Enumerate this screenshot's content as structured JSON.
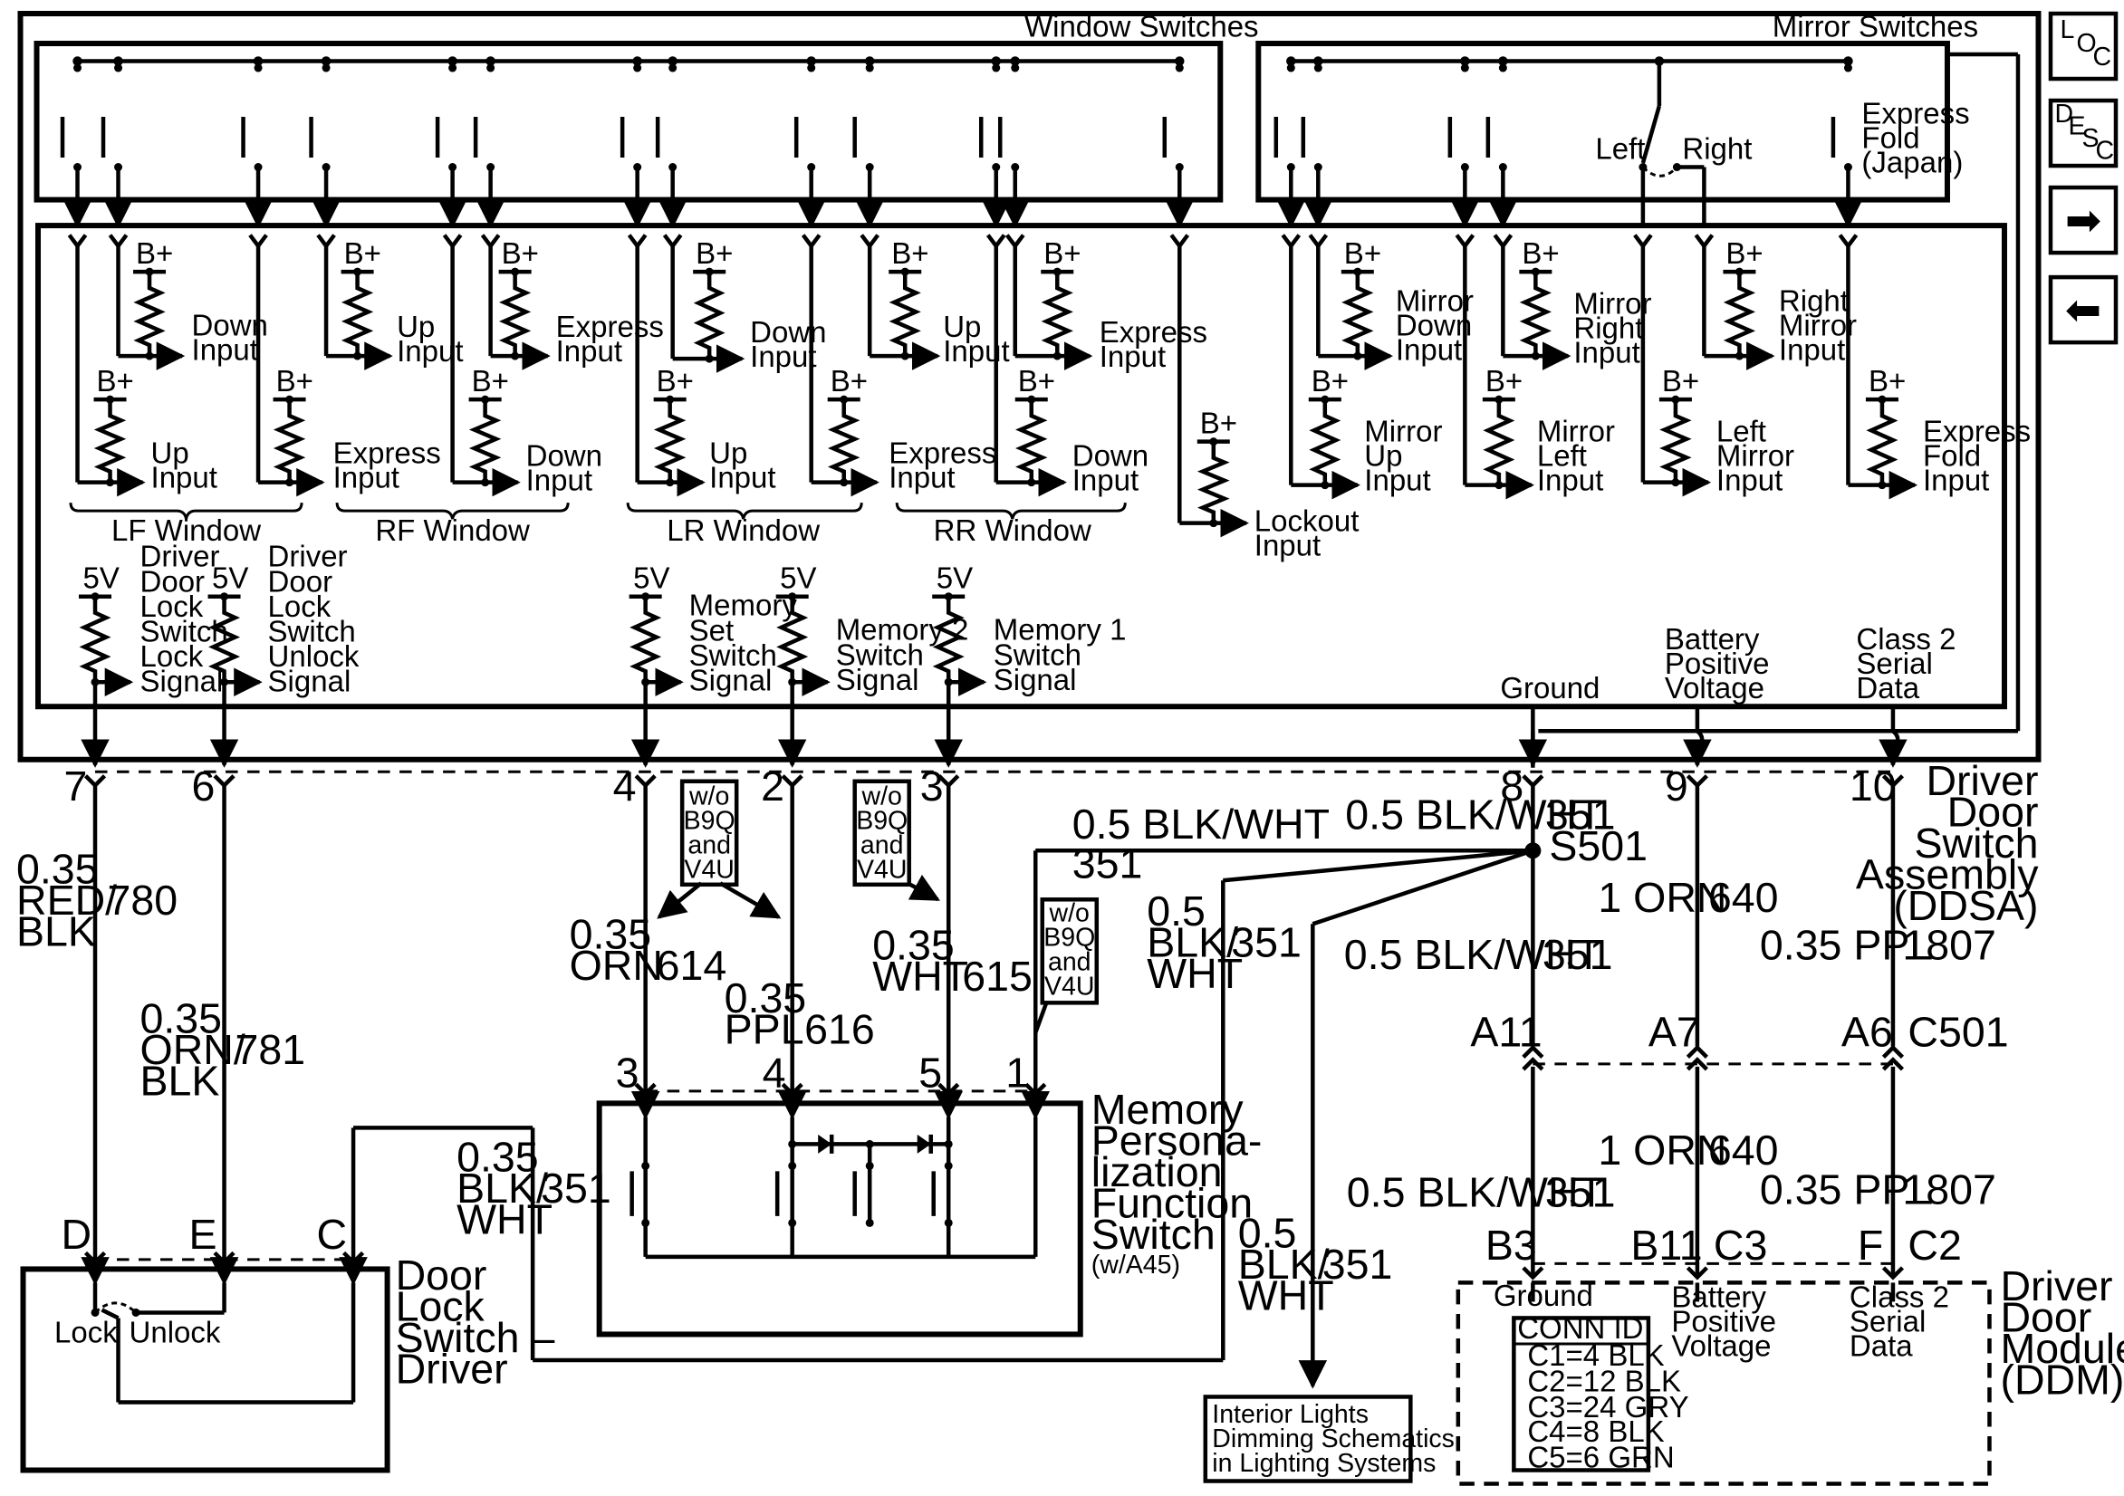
{
  "groups": {
    "window_switches": "Window Switches",
    "mirror_switches": "Mirror Switches"
  },
  "mirror_selector": {
    "left": "Left",
    "right": "Right",
    "express_fold": [
      "Express",
      "Fold",
      "(Japan)"
    ]
  },
  "power": {
    "bplus": "B+",
    "v5": "5V"
  },
  "inputs": {
    "lf_down": [
      "Down",
      "Input"
    ],
    "rf_up": [
      "Up",
      "Input"
    ],
    "rf_express": [
      "Express",
      "Input"
    ],
    "lr_down": [
      "Down",
      "Input"
    ],
    "rr_up": [
      "Up",
      "Input"
    ],
    "rr_express": [
      "Express",
      "Input"
    ],
    "mirror_down": [
      "Mirror",
      "Down",
      "Input"
    ],
    "mirror_right": [
      "Mirror",
      "Right",
      "Input"
    ],
    "right_mirror": [
      "Right",
      "Mirror",
      "Input"
    ],
    "lf_up": [
      "Up",
      "Input"
    ],
    "lf_express": [
      "Express",
      "Input"
    ],
    "rf_down": [
      "Down",
      "Input"
    ],
    "lr_up": [
      "Up",
      "Input"
    ],
    "lr_express": [
      "Express",
      "Input"
    ],
    "rr_down": [
      "Down",
      "Input"
    ],
    "mirror_up": [
      "Mirror",
      "Up",
      "Input"
    ],
    "mirror_left": [
      "Mirror",
      "Left",
      "Input"
    ],
    "left_mirror": [
      "Left",
      "Mirror",
      "Input"
    ],
    "express_fold": [
      "Express",
      "Fold",
      "Input"
    ],
    "lockout": [
      "Lockout",
      "Input"
    ]
  },
  "window_groups": {
    "lf": "LF Window",
    "rf": "RF Window",
    "lr": "LR Window",
    "rr": "RR Window"
  },
  "signals": {
    "lock": [
      "Driver",
      "Door",
      "Lock",
      "Switch",
      "Lock",
      "Signal"
    ],
    "unlock": [
      "Driver",
      "Door",
      "Lock",
      "Switch",
      "Unlock",
      "Signal"
    ],
    "memory_set": [
      "Memory",
      "Set",
      "Switch",
      "Signal"
    ],
    "memory2": [
      "Memory 2",
      "Switch",
      "Signal"
    ],
    "memory1": [
      "Memory 1",
      "Switch",
      "Signal"
    ]
  },
  "ddsa_terms": {
    "ground": "Ground",
    "battery": [
      "Battery",
      "Positive",
      "Voltage"
    ],
    "class2": [
      "Class 2",
      "Serial",
      "Data"
    ]
  },
  "ddsa_title": [
    "Driver",
    "Door",
    "Switch",
    "Assembly",
    "(DDSA)"
  ],
  "pins": [
    "7",
    "6",
    "4",
    "2",
    "3",
    "8",
    "9",
    "10"
  ],
  "wires": {
    "w780": [
      "0.35",
      "RED/",
      "BLK",
      "780"
    ],
    "w781": [
      "0.35",
      "ORN/",
      "BLK",
      "781"
    ],
    "w614": [
      "0.35",
      "ORN",
      "614"
    ],
    "w616": [
      "0.35",
      "PPL",
      "616"
    ],
    "w615": [
      "0.35",
      "WHT",
      "615"
    ],
    "top8": [
      "0.5 BLK/WHT",
      "351"
    ],
    "to_mem": [
      "0.5 BLK/WHT",
      "351"
    ],
    "s501": "S501",
    "to_door": [
      "0.5",
      "BLK/",
      "WHT",
      "351"
    ],
    "to_c501": [
      "0.5 BLK/WHT",
      "351"
    ],
    "w640a": [
      "1 ORN",
      "640"
    ],
    "w1807a": [
      "0.35 PPL",
      "1807"
    ],
    "w640b": [
      "1 ORN",
      "640"
    ],
    "w1807b": [
      "0.35 PPL",
      "1807"
    ],
    "lower351": [
      "0.5 BLK/WHT",
      "351"
    ],
    "mem351": [
      "0.35",
      "BLK/",
      "WHT",
      "351"
    ],
    "lights351": [
      "0.5",
      "BLK/",
      "WHT",
      "351"
    ]
  },
  "option_notes": [
    "w/o",
    "B9Q",
    "and",
    "V4U"
  ],
  "c501": {
    "pins": [
      "A11",
      "A7",
      "A6"
    ],
    "name": "C501"
  },
  "memory_switch": {
    "pins": [
      "3",
      "4",
      "5",
      "1"
    ],
    "title": [
      "Memory",
      "Persona-",
      "lization",
      "Function",
      "Switch"
    ],
    "option": "(w/A45)"
  },
  "door_lock": {
    "pins": [
      "D",
      "E",
      "C"
    ],
    "lock": "Lock",
    "unlock": "Unlock",
    "title": [
      "Door",
      "Lock",
      "Switch –",
      "Driver"
    ]
  },
  "ddm": {
    "pins": [
      "B3",
      "B11",
      "C3",
      "F",
      "C2"
    ],
    "ground": "Ground",
    "battery": [
      "Battery",
      "Positive",
      "Voltage"
    ],
    "class2": [
      "Class 2",
      "Serial",
      "Data"
    ],
    "conn_id_title": "CONN ID",
    "conn_ids": [
      "C1=4 BLK",
      "C2=12 BLK",
      "C3=24 GRY",
      "C4=8 BLK",
      "C5=6 GRN"
    ],
    "title": [
      "Driver",
      "Door",
      "Module",
      "(DDM)"
    ]
  },
  "reference_box": [
    "Interior Lights",
    "Dimming Schematics",
    "in Lighting Systems"
  ],
  "nav": {
    "loc": [
      "L",
      "O",
      "C"
    ],
    "desc": [
      "D",
      "E",
      "S",
      "C"
    ],
    "next": "➡",
    "prev": "⬅"
  }
}
